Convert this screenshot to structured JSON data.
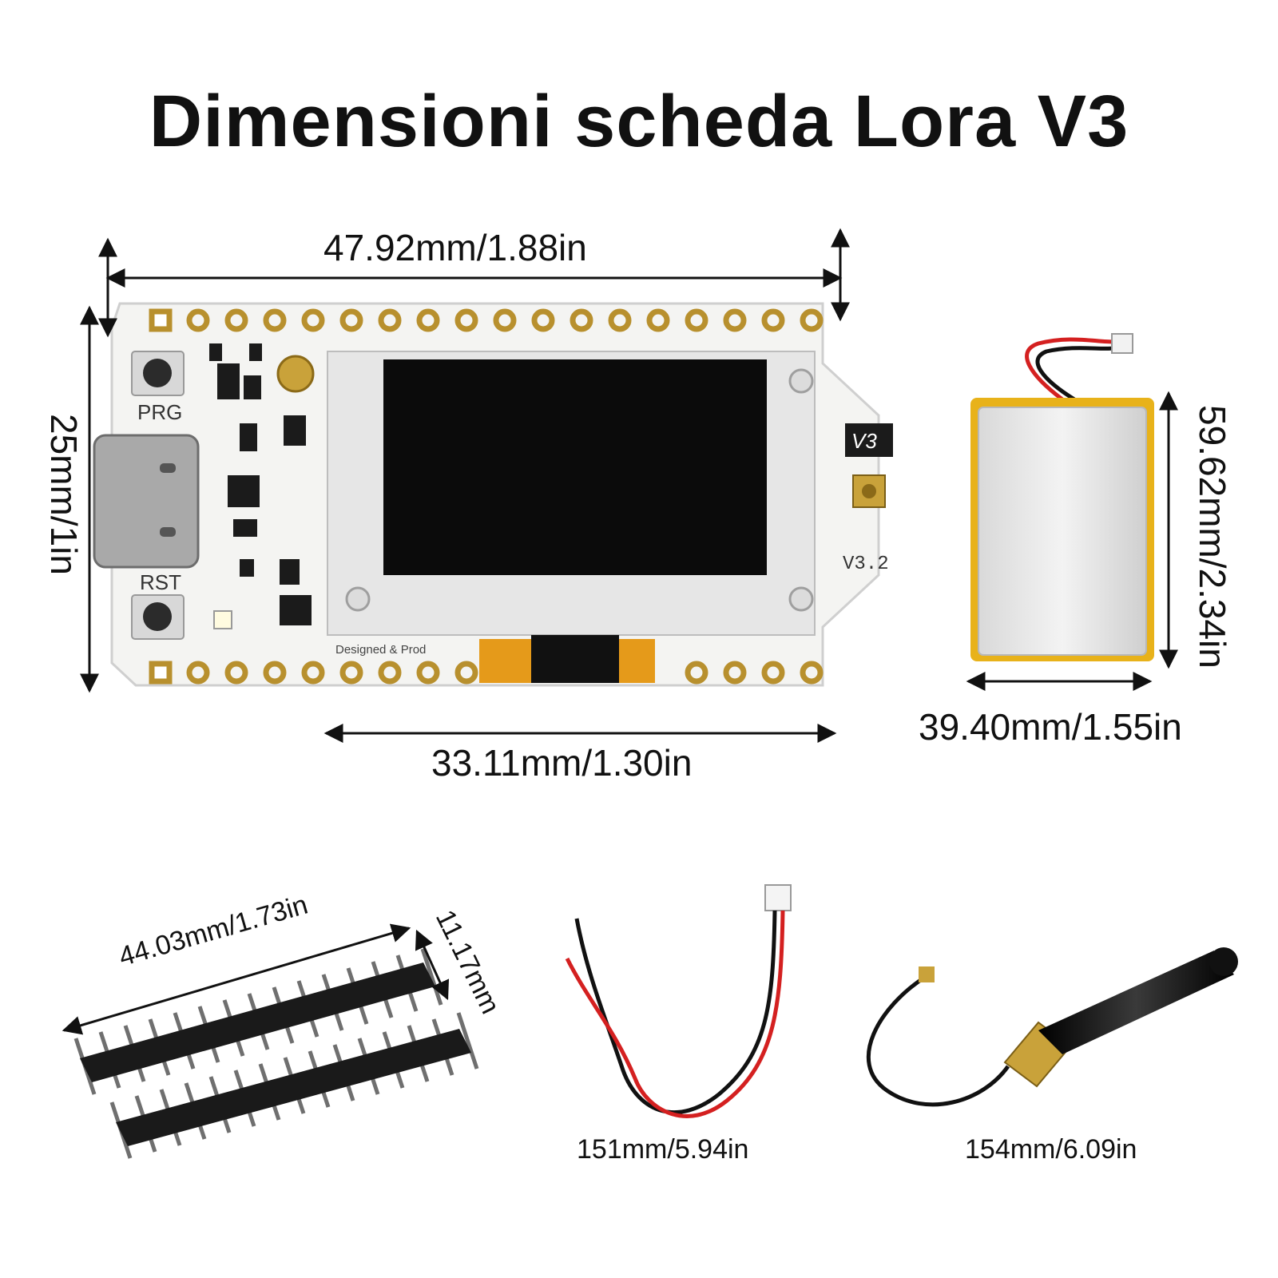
{
  "title": "Dimensioni scheda Lora V3",
  "dimensions": {
    "board_width": "47.92mm/1.88in",
    "board_height": "25mm/1in",
    "screen_width": "33.11mm/1.30in",
    "battery_height": "59.62mm/2.34in",
    "battery_width": "39.40mm/1.55in",
    "header_length": "44.03mm/1.73in",
    "header_width": "11.17mm",
    "cable_length": "151mm/5.94in",
    "antenna_length": "154mm/6.09in"
  },
  "board_labels": {
    "prg": "PRG",
    "rst": "RST",
    "v3": "V3",
    "v32": "V3.2",
    "designed": "Designed & Prod"
  },
  "colors": {
    "pcb": "#f4f4f2",
    "screen": "#0b0b0b",
    "battery": "#e8b21a",
    "gold": "#c9a23a",
    "wire_red": "#d42020",
    "wire_black": "#111111"
  }
}
